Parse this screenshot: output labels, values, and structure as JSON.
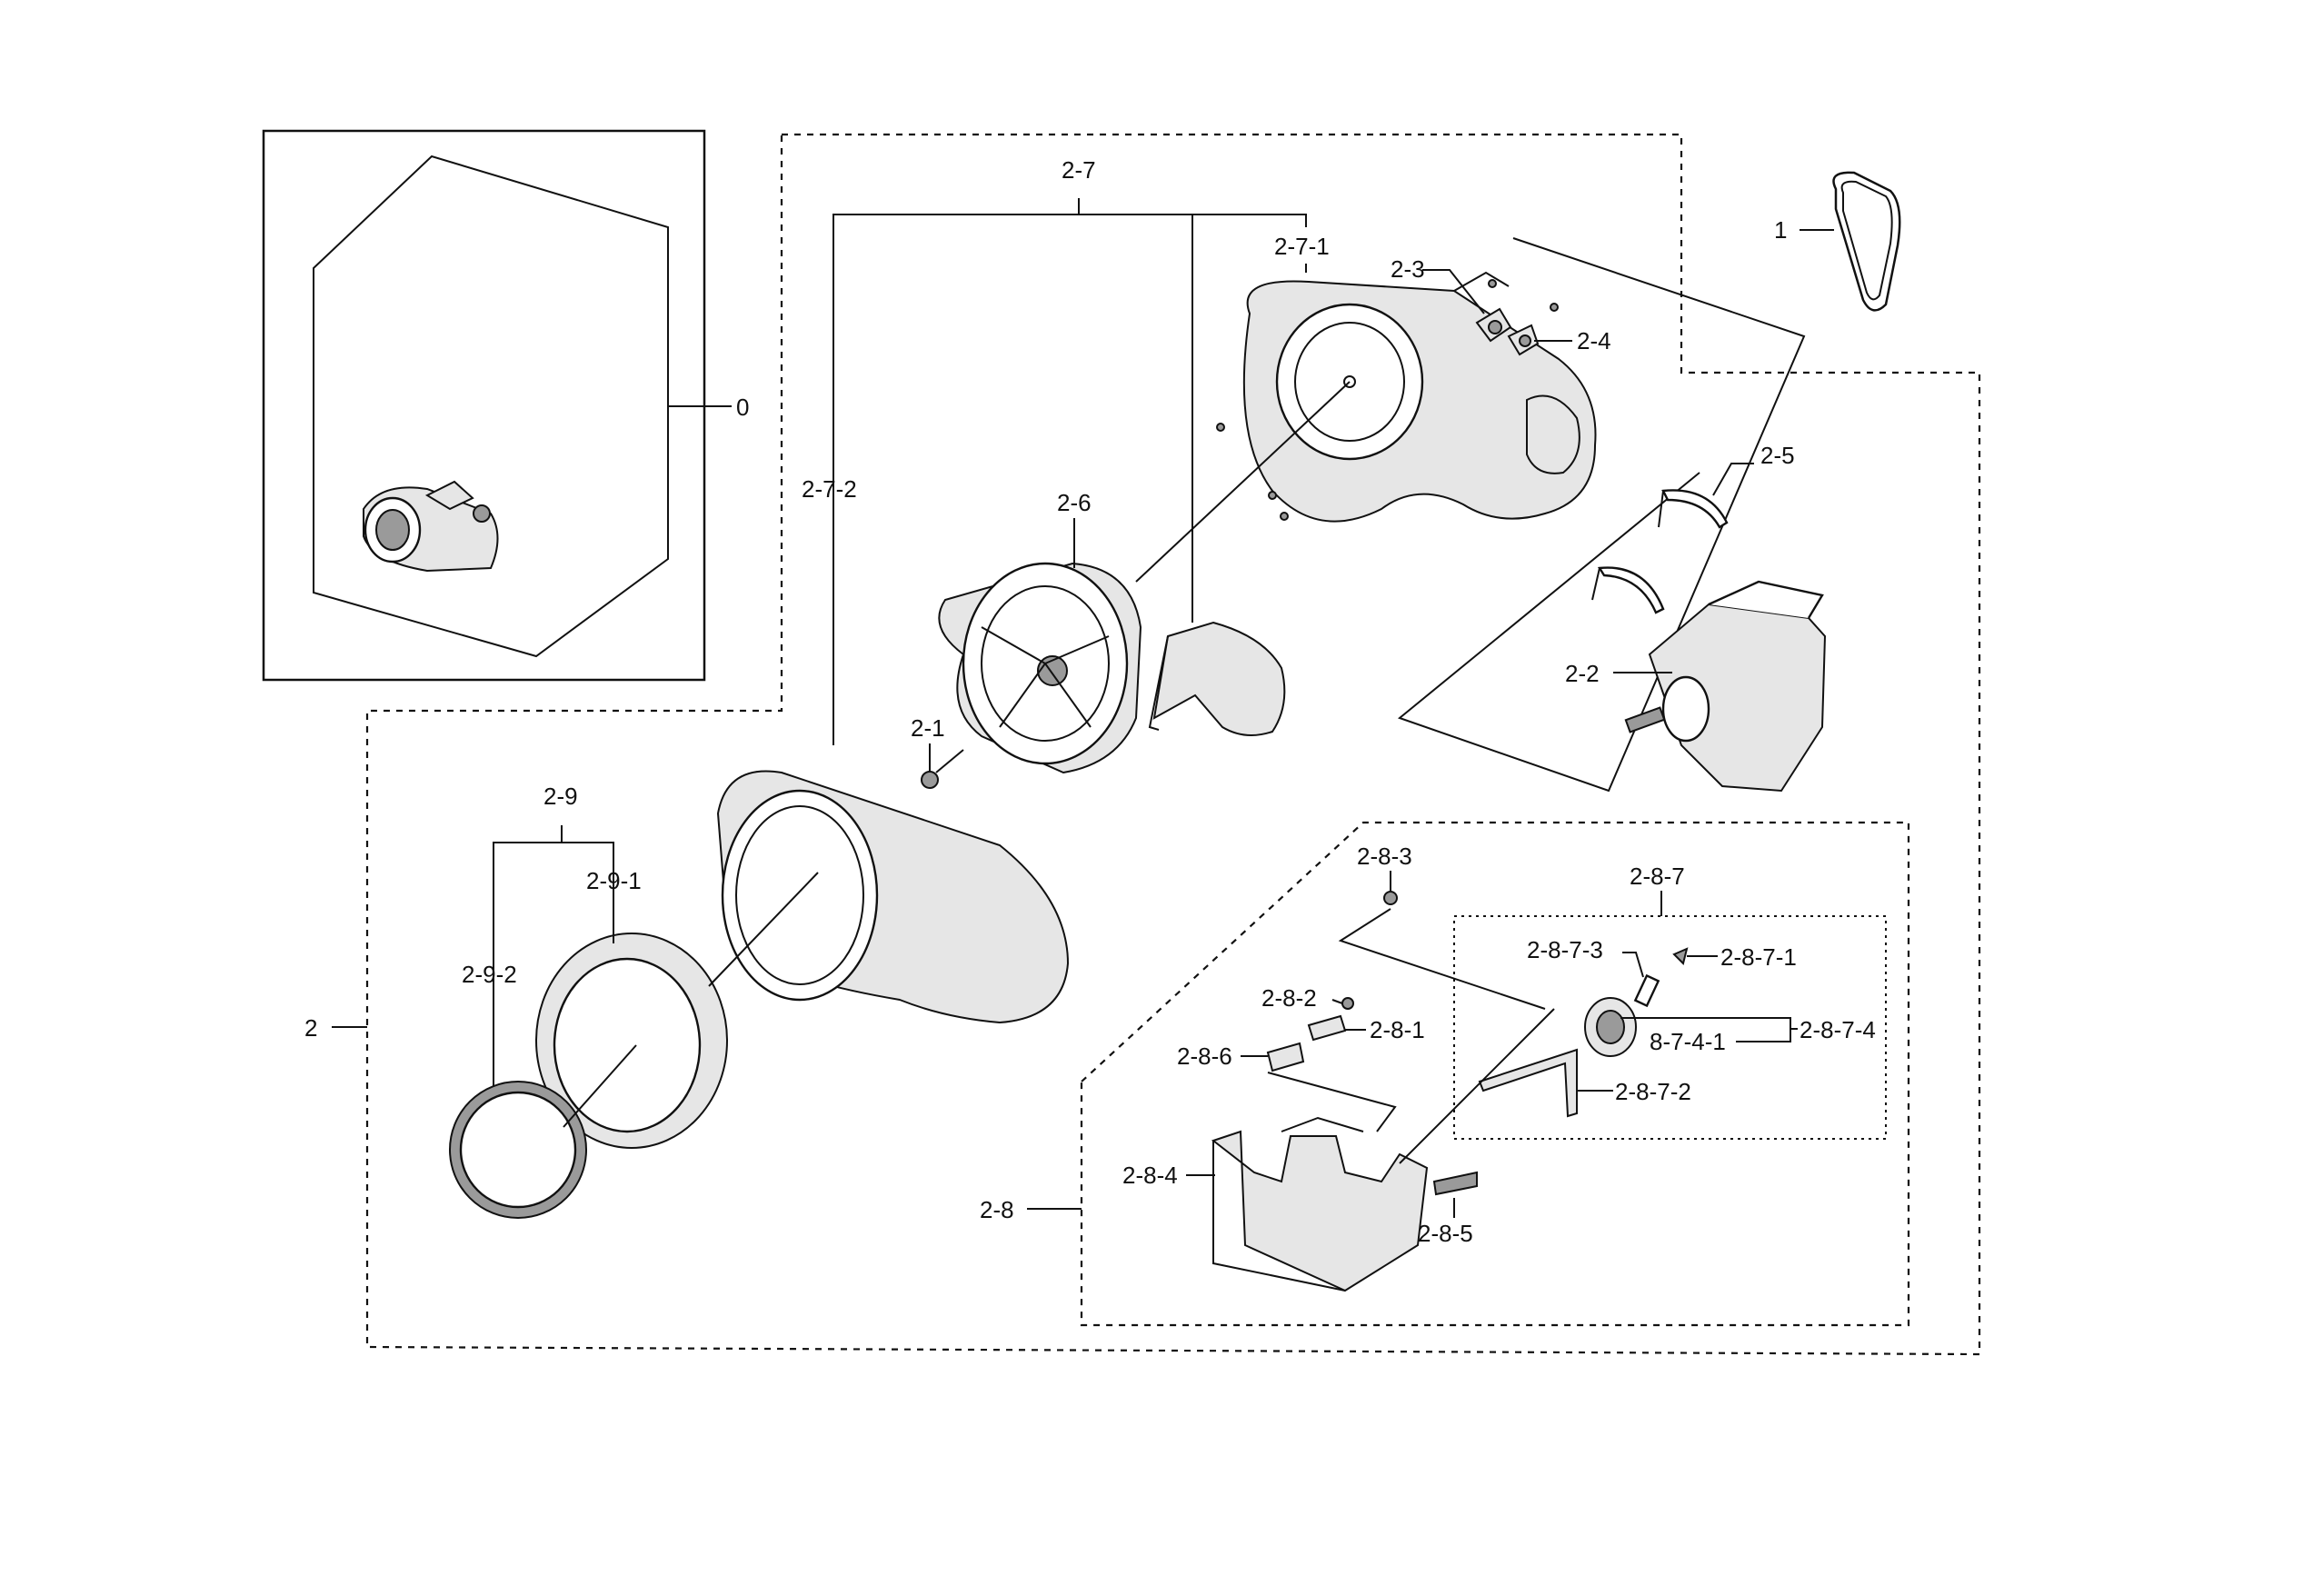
{
  "labels": {
    "l0": "0",
    "l1": "1",
    "l2": "2",
    "l2_1": "2-1",
    "l2_2": "2-2",
    "l2_3": "2-3",
    "l2_4": "2-4",
    "l2_5": "2-5",
    "l2_6": "2-6",
    "l2_7": "2-7",
    "l2_7_1": "2-7-1",
    "l2_7_2": "2-7-2",
    "l2_8": "2-8",
    "l2_8_1": "2-8-1",
    "l2_8_2": "2-8-2",
    "l2_8_3": "2-8-3",
    "l2_8_4": "2-8-4",
    "l2_8_5": "2-8-5",
    "l2_8_6": "2-8-6",
    "l2_8_7": "2-8-7",
    "l2_8_7_1": "2-8-7-1",
    "l2_8_7_2": "2-8-7-2",
    "l2_8_7_3": "2-8-7-3",
    "l2_8_7_4": "2-8-7-4",
    "l8_7_4_1": "8-7-4-1",
    "l2_9": "2-9",
    "l2_9_1": "2-9-1",
    "l2_9_2": "2-9-2"
  }
}
